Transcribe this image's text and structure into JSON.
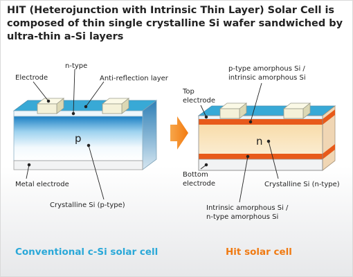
{
  "title": {
    "line1": "HIT (Heterojunction with Intrinsic Thin Layer) Solar Cell is",
    "line2": "composed of thin single crystalline Si wafer sandwiched by",
    "line3": "ultra-thin a-Si layers"
  },
  "left": {
    "electrode": "Electrode",
    "ntype": "n-type",
    "antireflection": "Anti-reflection layer",
    "p": "p",
    "metal_electrode": "Metal electrode",
    "crystalline": "Crystalline Si (p-type)",
    "caption": "Conventional c-Si solar cell"
  },
  "right": {
    "ptype_line1": "p-type amorphous Si  /",
    "ptype_line2": "intrinsic amorphous Si",
    "top_line1": "Top",
    "top_line2": "electrode",
    "n": "n",
    "bottom_line1": "Bottom",
    "bottom_line2": "electrode",
    "crystalline": "Crystalline Si (n-type)",
    "intrinsic_line1": "Intrinsic amorphous Si  /",
    "intrinsic_line2": "n-type amorphous Si",
    "caption": "Hit solar cell"
  },
  "colors": {
    "conventional_caption": "#2aa8d8",
    "hit_caption": "#f07a12",
    "arrow": "#f58a1f"
  }
}
